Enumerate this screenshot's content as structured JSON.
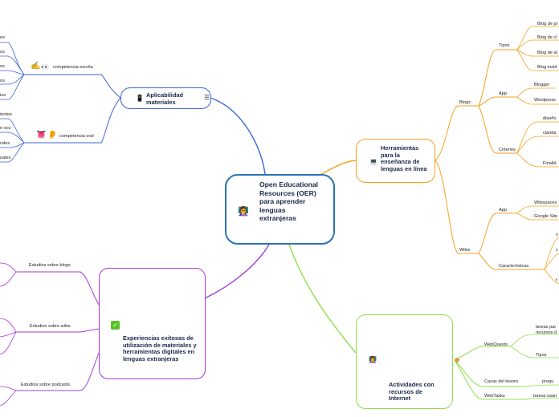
{
  "central": {
    "icon": "teachers-emoji-icon",
    "title": "Open Educational Resources (OER) para aprender lenguas extranjeras"
  },
  "colors": {
    "blue_branch": "#3c66d8",
    "orange_branch": "#f4a21e",
    "green_branch": "#8ee04a",
    "purple_branch": "#a23ad8",
    "central_border": "#2a72b6",
    "checkmark_red": "#d81f2b",
    "teal_icon": "#2e9c8e",
    "laptop_red": "#d01e2a"
  },
  "aplicabilidad": {
    "title": "Aplicabilidad materiales",
    "icon": "mobile-phone-icon",
    "menu_icon": "menu-lines-icon",
    "escrita": {
      "label": "competencia escrita",
      "icons": [
        "writing-hand-icon",
        "eyes-icon"
      ],
      "leaves": [
        "es",
        "os",
        "os",
        "os",
        "ios"
      ]
    },
    "oral": {
      "label": "competencia oral",
      "icons": [
        "mouth-icon",
        "ear-icon"
      ],
      "leaves": [
        "ientes",
        "e voz",
        "rales",
        "uales"
      ]
    }
  },
  "herramientas": {
    "title": "Herramientas para la enseñanza de lenguas en línea",
    "icon": "computer-icon",
    "blogs": {
      "label": "Blogs",
      "tipos": {
        "label": "Tipos",
        "leaves": [
          "Blog de pr",
          "Blog de cl",
          "Blog de al",
          "Blog instit"
        ]
      },
      "app": {
        "label": "App",
        "leaves": [
          "Blogger",
          "Wordpress"
        ]
      },
      "criterios": {
        "label": "Criterios",
        "leaves": [
          "diseño",
          "clarida",
          "Finalid"
        ]
      }
    },
    "wikis": {
      "label": "Wikis",
      "app": {
        "label": "App",
        "leaves": [
          "Wikispaces",
          "Google Site"
        ]
      },
      "caracteristicas": {
        "label": "Características",
        "leaves": [
          "v",
          "c",
          "f"
        ]
      }
    }
  },
  "actividades": {
    "title": "Actividades con recursos de Internet",
    "icon": "person-at-laptop-icon",
    "side_icon": "teacher-emoji-icon",
    "collapse_icon": "collapse-dot-icon",
    "webquests": {
      "label": "WebQuests",
      "leaves": [
        "tareas par recursos d",
        "Tipos"
      ]
    },
    "cazas": {
      "label": "Cazas del tesoro",
      "leaves": [
        "pregu"
      ]
    },
    "webtasks": {
      "label": "WebTasks",
      "leaves": [
        "tareas usan"
      ]
    }
  },
  "experiencias": {
    "title": "Experiencias exitosas de utilización de materiales y herramientas digitales en lenguas extranjeras",
    "icon": "checkmark-box-icon",
    "side_icon": "check-mark-button-icon",
    "branches": [
      "Estudios sobre blogs",
      "Estudios sobre wikis",
      "Estudios sobre podcasts"
    ]
  }
}
